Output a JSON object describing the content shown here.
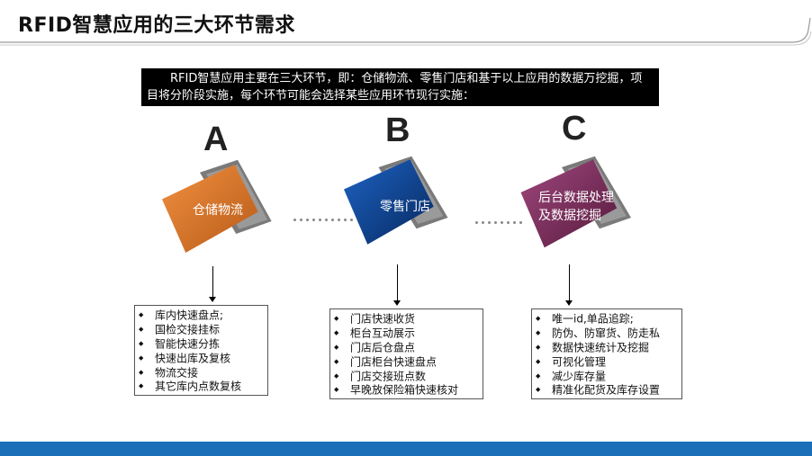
{
  "title": "RFID智慧应用的三大环节需求",
  "intro": "RFID智慧应用主要在三大环节，即：仓储物流、零售门店和基于以上应用的数据万挖掘，项目将分阶段实施，每个环节可能会选择某些应用环节现行实施：",
  "colors": {
    "stage_a": "#e07828",
    "stage_b": "#0a3d8f",
    "stage_c": "#7a2e5a",
    "bottom_bar": "#1a6fb8"
  },
  "stages": [
    {
      "letter": "A",
      "label": "仓储物流",
      "items": [
        "库内快速盘点;",
        "国检交接挂标",
        "智能快速分拣",
        "快速出库及复核",
        "物流交接",
        "其它库内点数复核"
      ]
    },
    {
      "letter": "B",
      "label": "零售门店",
      "items": [
        "门店快速收货",
        "柜台互动展示",
        "门店后仓盘点",
        "门店柜台快速盘点",
        "门店交接班点数",
        "早晚放保险箱快速核对"
      ]
    },
    {
      "letter": "C",
      "label_line1": "后台数据处理",
      "label_line2": "及数据挖掘",
      "items": [
        "唯一id,单品追踪;",
        "防伪、防窜货、防走私",
        "数据快速统计及挖掘",
        "可视化管理",
        "减少库存量",
        "精准化配货及库存设置"
      ]
    }
  ],
  "bullet_glyph": "◆"
}
